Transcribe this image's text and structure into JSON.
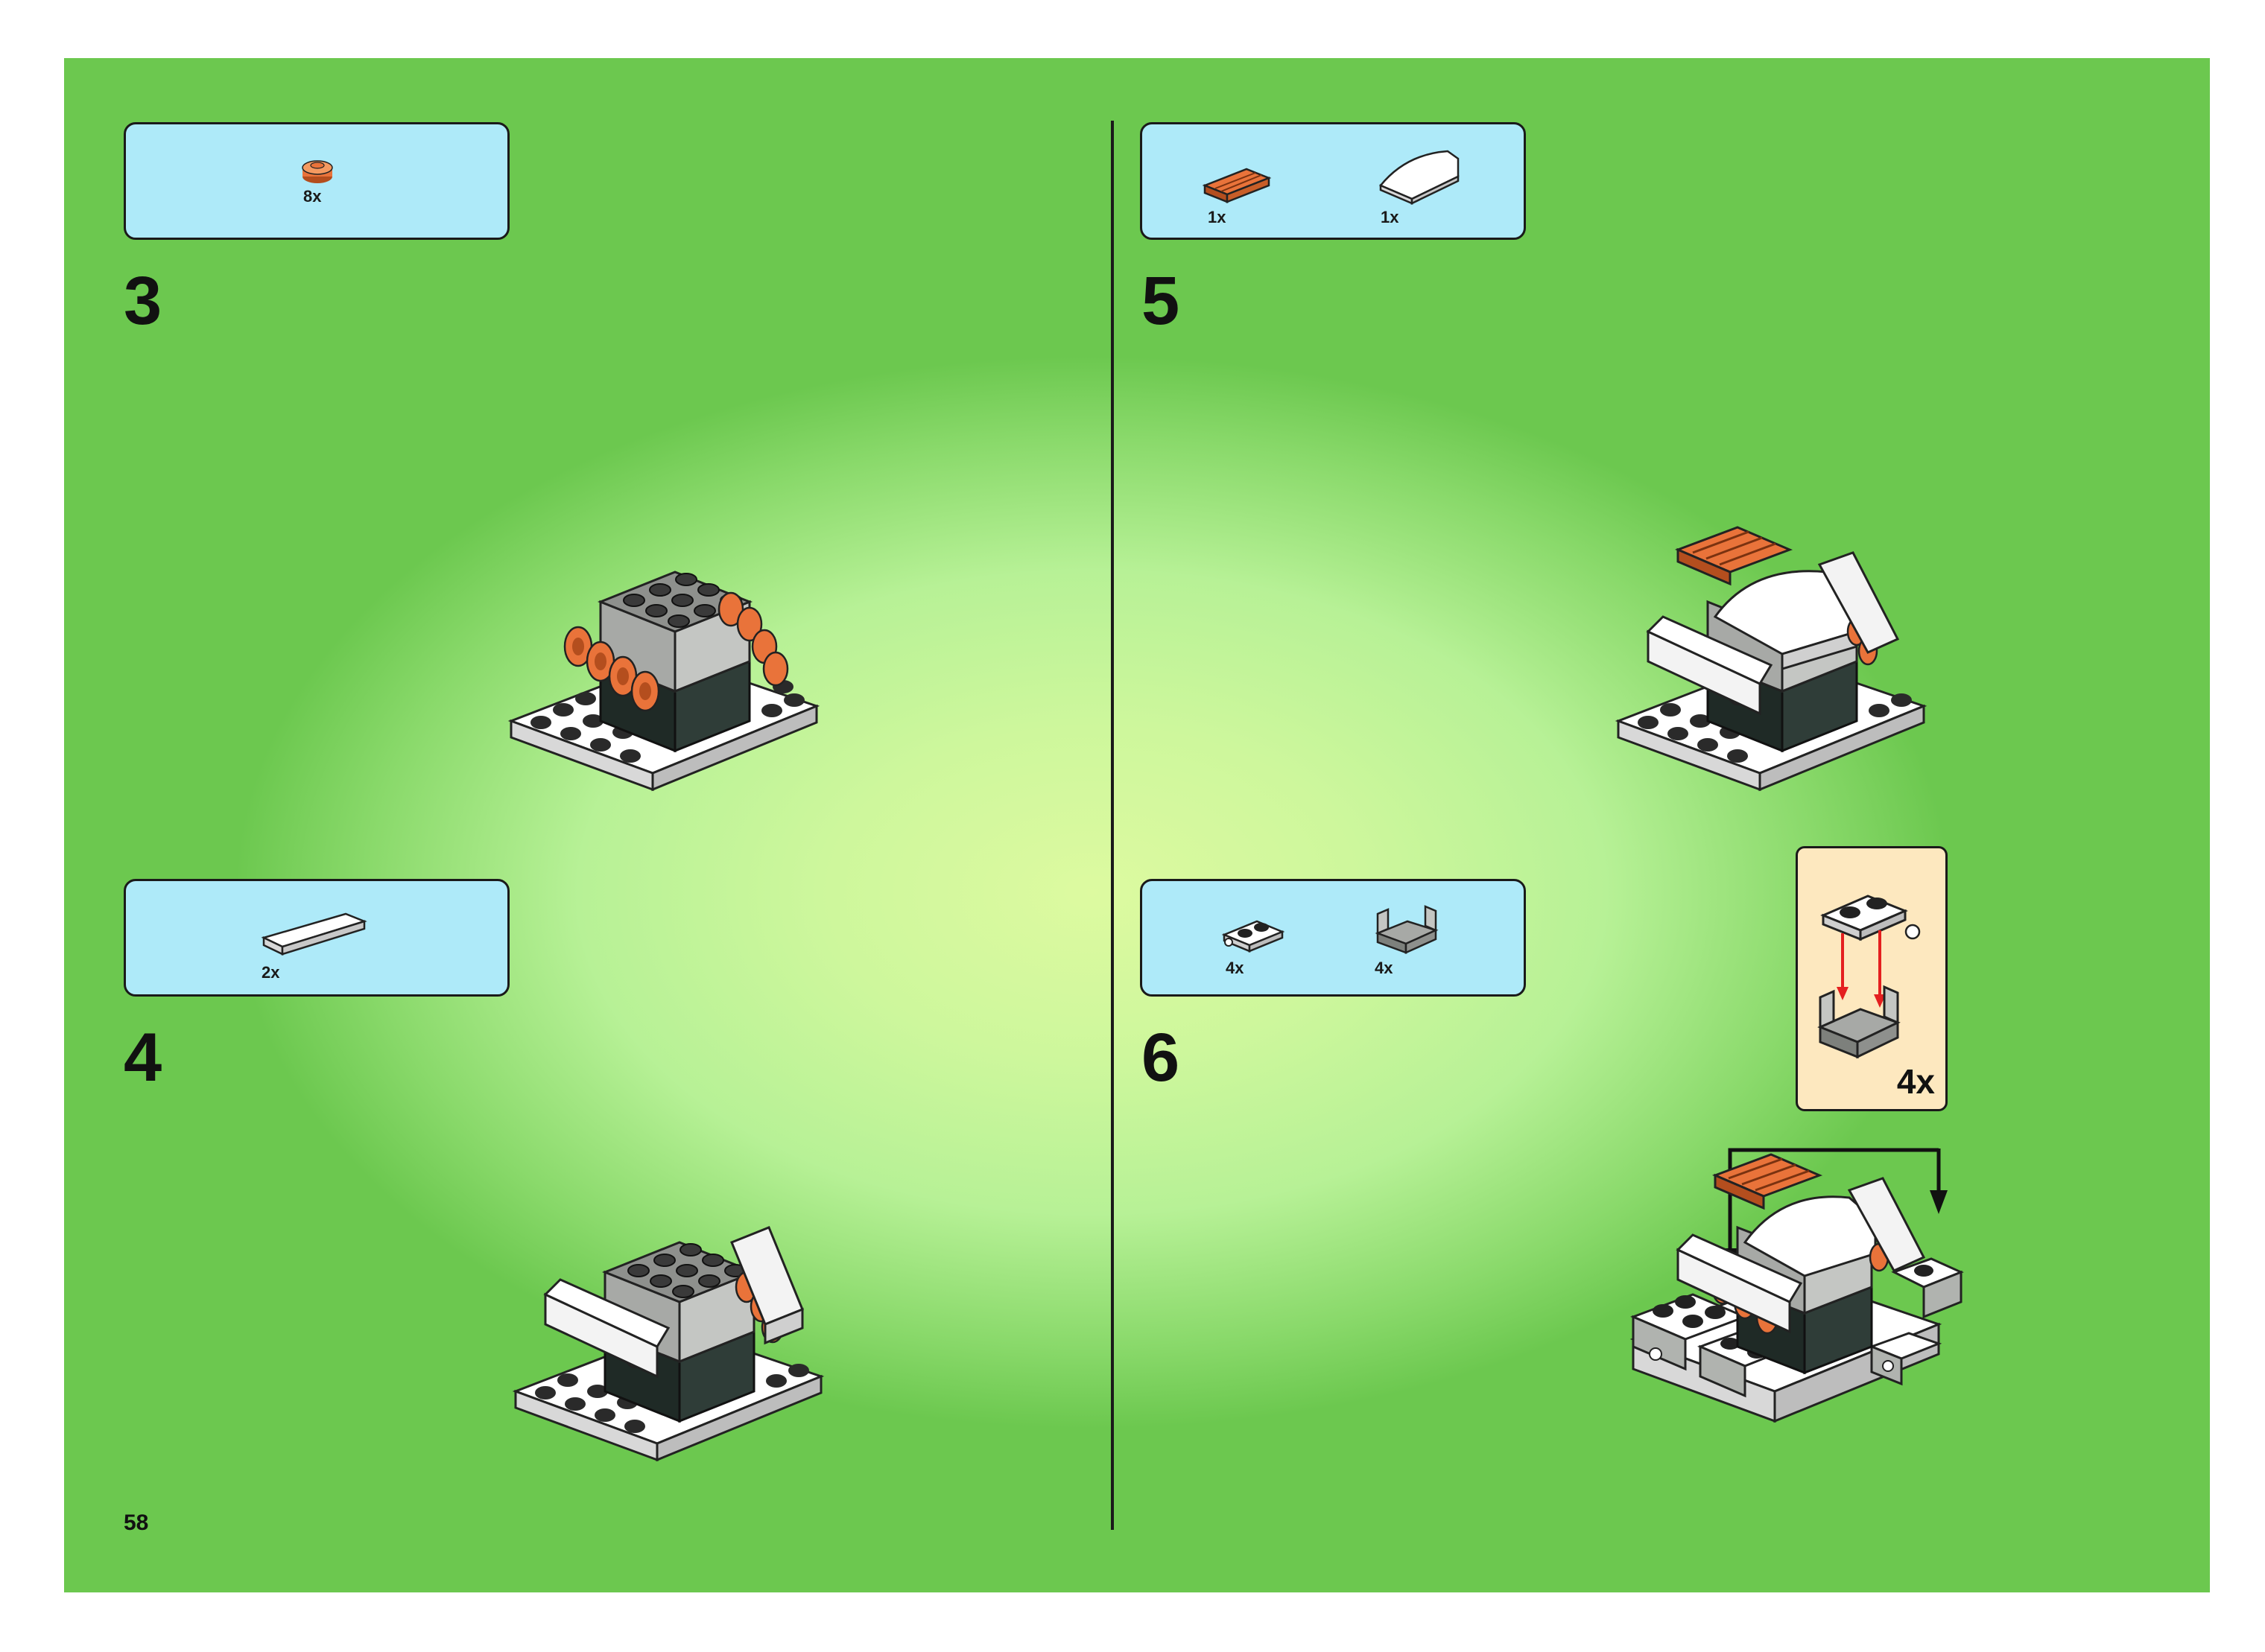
{
  "page_number": "58",
  "steps": [
    {
      "number": "3",
      "parts": [
        {
          "icon": "orange-round-plate-icon",
          "qty": "8x"
        }
      ]
    },
    {
      "number": "4",
      "parts": [
        {
          "icon": "white-tile-icon",
          "qty": "2x"
        }
      ]
    },
    {
      "number": "5",
      "parts": [
        {
          "icon": "orange-grille-plate-icon",
          "qty": "1x"
        },
        {
          "icon": "white-curved-slope-icon",
          "qty": "1x"
        }
      ]
    },
    {
      "number": "6",
      "parts": [
        {
          "icon": "black-stud-plate-icon",
          "qty": "4x"
        },
        {
          "icon": "gray-bracket-icon",
          "qty": "4x"
        }
      ]
    }
  ],
  "callout": {
    "qty": "4x"
  },
  "colors": {
    "background_green": "#b7f196",
    "parts_box": "#aeeaf9",
    "callout_box": "#fde8bf",
    "orange": "#e9733a",
    "arrow_red": "#e41f1f"
  }
}
